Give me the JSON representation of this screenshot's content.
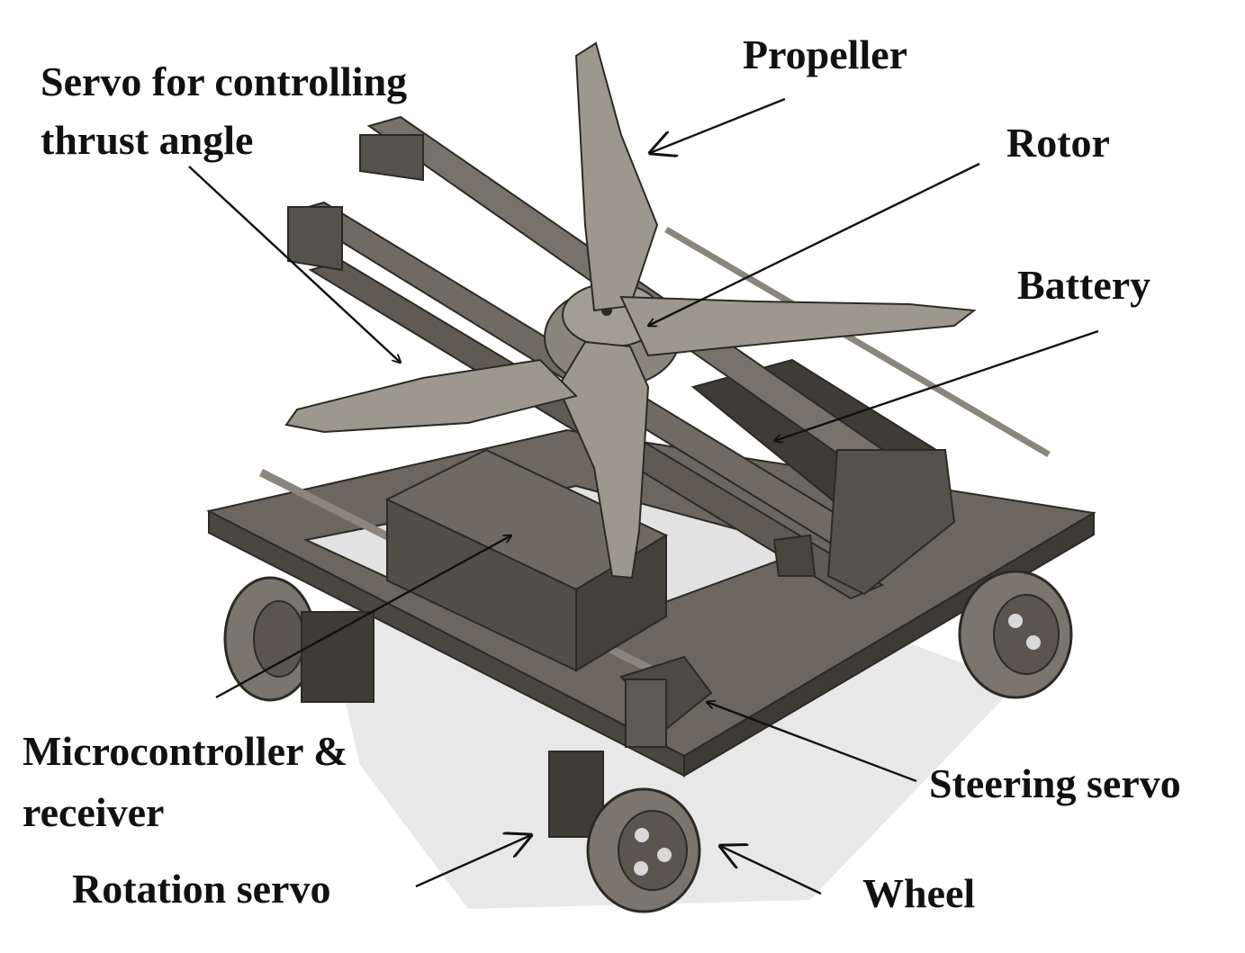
{
  "labels": {
    "servo_thrust_line1": "Servo for controlling",
    "servo_thrust_line2": "thrust angle",
    "propeller": "Propeller",
    "rotor": "Rotor",
    "battery": "Battery",
    "micro_line1": "Microcontroller &",
    "micro_line2": "receiver",
    "steering_servo": "Steering servo",
    "rotation_servo": "Rotation servo",
    "wheel": "Wheel"
  },
  "colors": {
    "text": "#111111",
    "arrow": "#111111",
    "body": "#5e5a52",
    "body_dark": "#3b3833",
    "blade": "#9a958a",
    "shadow": "#e6e6e6"
  }
}
